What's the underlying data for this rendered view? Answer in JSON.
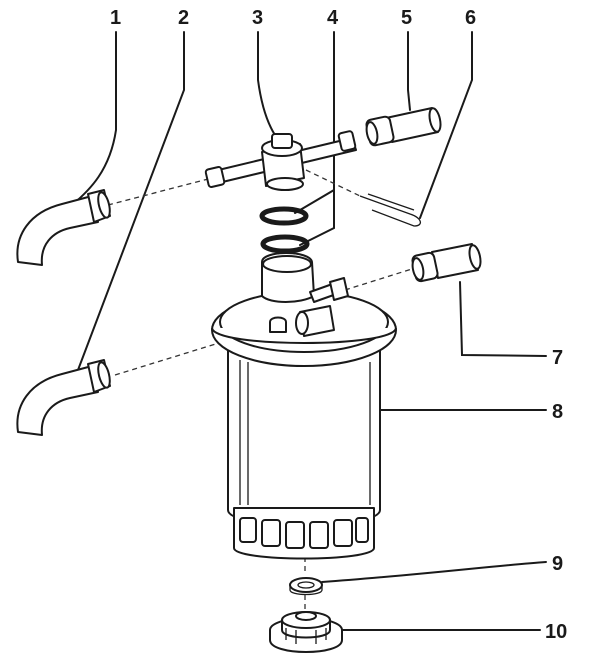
{
  "labels": {
    "l1": "1",
    "l2": "2",
    "l3": "3",
    "l4": "4",
    "l5": "5",
    "l6": "6",
    "l7": "7",
    "l8": "8",
    "l9": "9",
    "l10": "10"
  },
  "colors": {
    "line": "#1a1a1a",
    "shade": "#c9c9c9",
    "background": "#ffffff"
  }
}
